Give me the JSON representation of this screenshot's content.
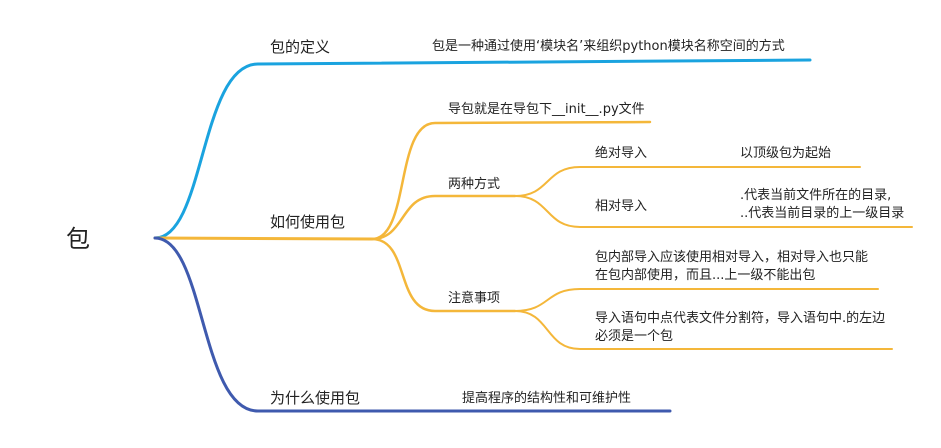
{
  "root": "包",
  "colors": {
    "blue": "#1aa3df",
    "orange": "#f4b73a",
    "navy": "#3f5aae"
  },
  "branches": {
    "definition": {
      "label": "包的定义",
      "note": "包是一种通过使用‘模块名’来组织python模块名称空间的方式"
    },
    "usage": {
      "label": "如何使用包",
      "import": "导包就是在导包下__init__.py文件",
      "ways": {
        "label": "两种方式",
        "absolute": {
          "label": "绝对导入",
          "note": "以顶级包为起始"
        },
        "relative": {
          "label": "相对导入",
          "note_line1": ".代表当前文件所在的目录,",
          "note_line2": "..代表当前目录的上一级目录"
        }
      },
      "notes": {
        "label": "注意事项",
        "n1_line1": "包内部导入应该使用相对导入，相对导入也只能",
        "n1_line2": "在包内部使用，而且...上一级不能出包",
        "n2_line1": "导入语句中点代表文件分割符，导入语句中.的左边",
        "n2_line2": "必须是一个包"
      }
    },
    "why": {
      "label": "为什么使用包",
      "note": "提高程序的结构性和可维护性"
    }
  }
}
